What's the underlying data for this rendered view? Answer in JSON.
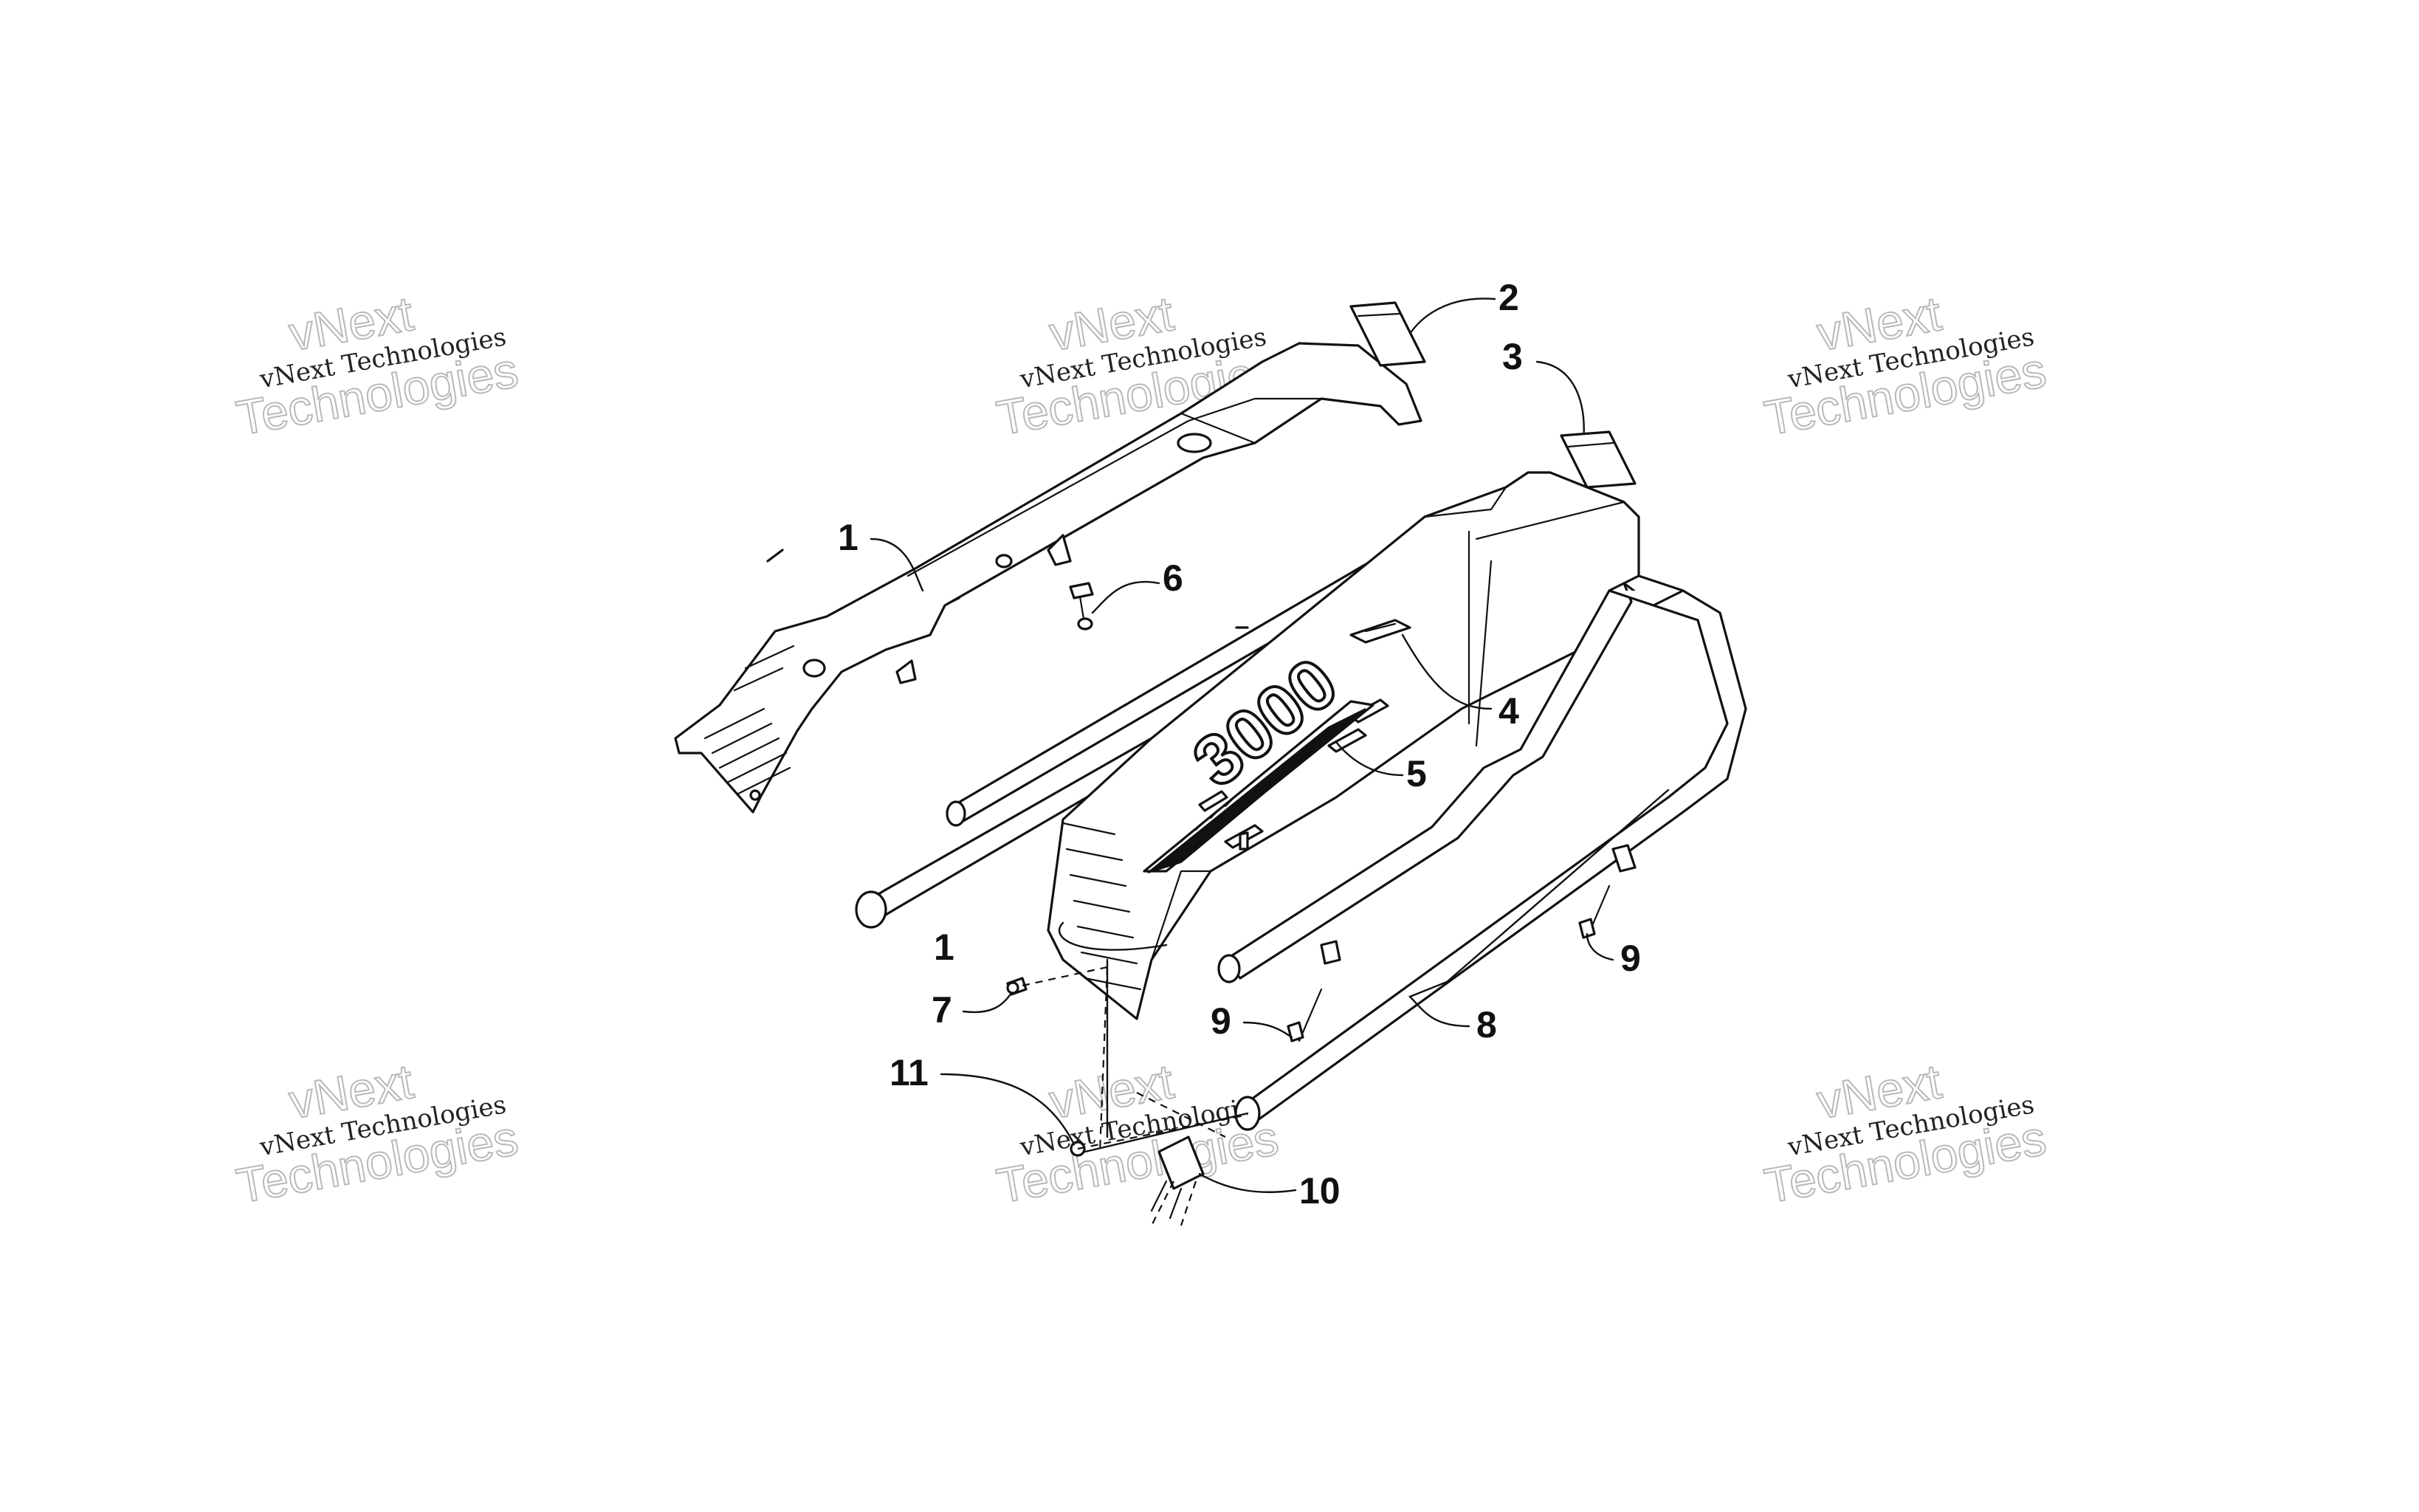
{
  "watermark": {
    "line1": "vNext",
    "line2": "vNext Technologies",
    "line3": "Technologies"
  },
  "decal": {
    "model_text": "3000"
  },
  "callouts": [
    "1",
    "2",
    "3",
    "1",
    "6",
    "4",
    "5",
    "7",
    "9",
    "8",
    "9",
    "11",
    "10"
  ],
  "colors": {
    "line": "#111111",
    "watermark_outline": "#b9b9b9",
    "background": "#ffffff"
  }
}
